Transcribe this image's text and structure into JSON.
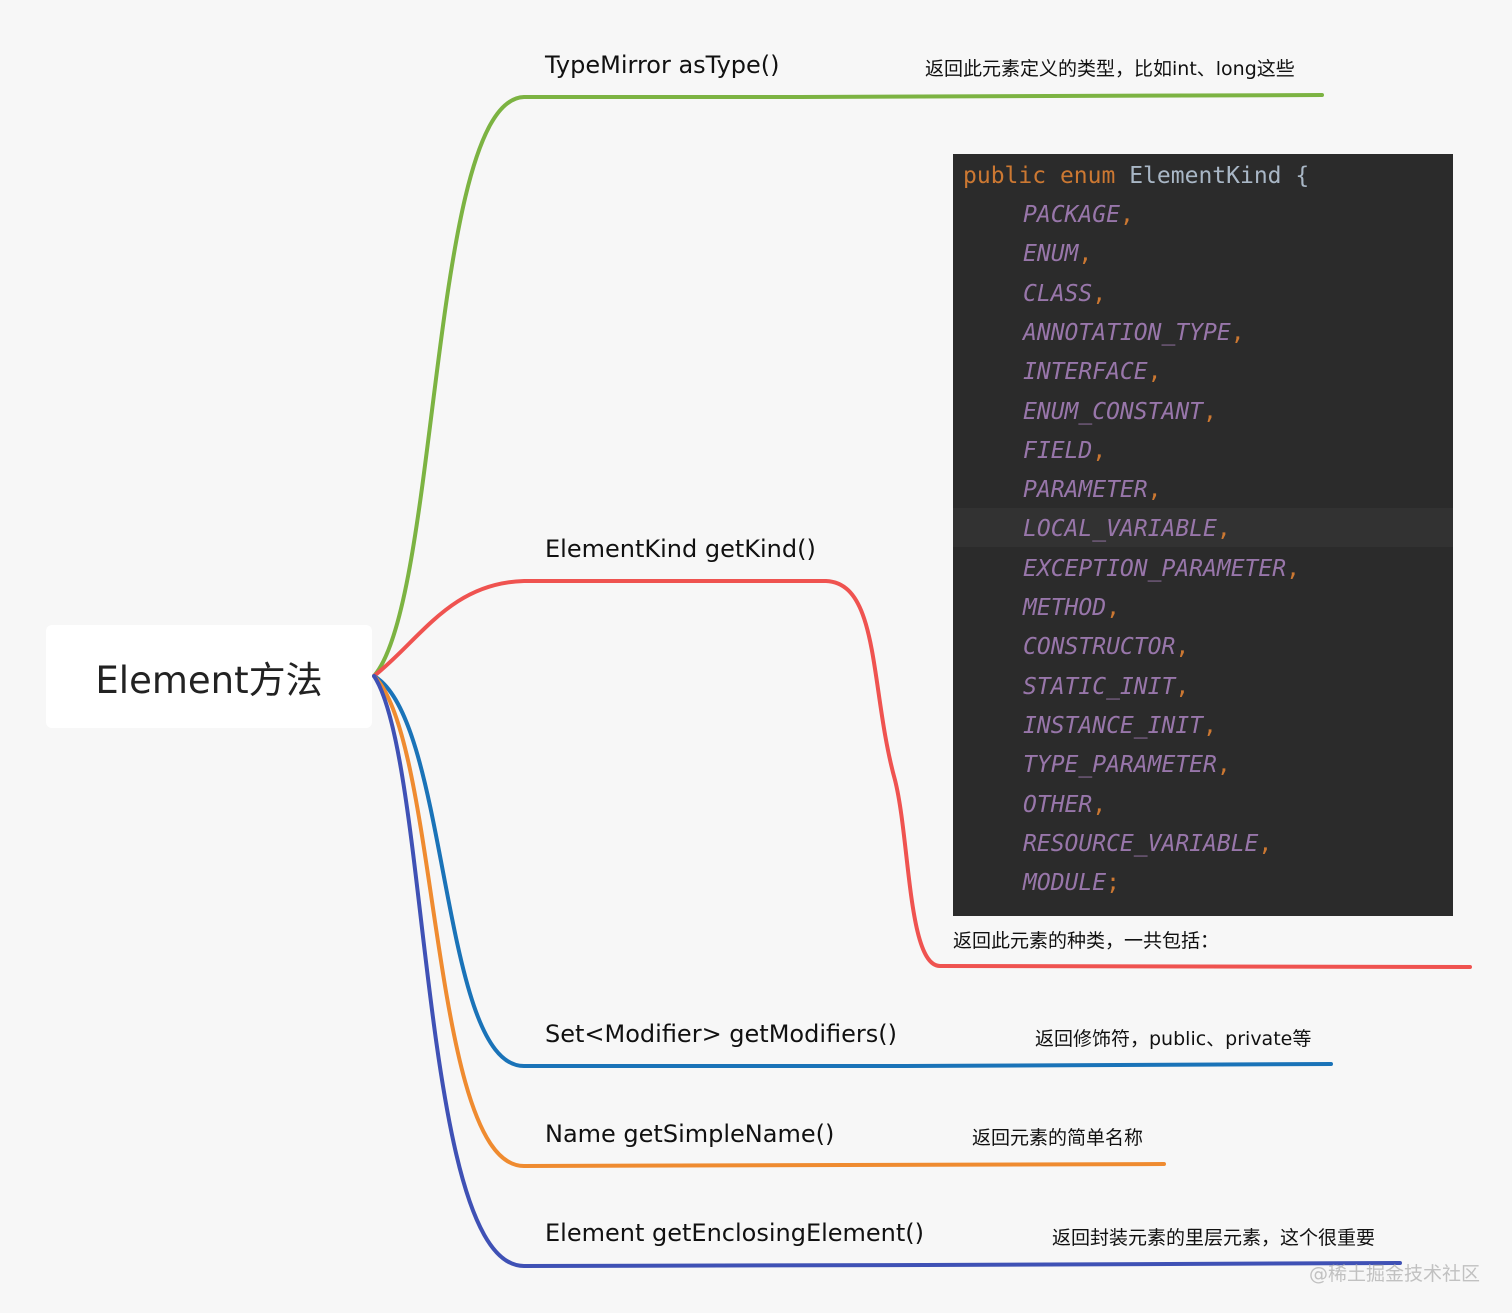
{
  "root": {
    "label": "Element方法"
  },
  "colors": {
    "green": "#7cb342",
    "red": "#ef5350",
    "blue": "#1a73b8",
    "orange": "#ef8b30",
    "indigo": "#3f51b5",
    "code_bg": "#2b2b2b",
    "code_keyword": "#cc7832",
    "code_constant": "#9876aa"
  },
  "branches": [
    {
      "id": "as-type",
      "color": "green",
      "label": "TypeMirror asType()",
      "note": "返回此元素定义的类型，比如int、long这些"
    },
    {
      "id": "get-kind",
      "color": "red",
      "label": "ElementKind getKind()",
      "note": "返回此元素的种类，一共包括："
    },
    {
      "id": "get-modifiers",
      "color": "blue",
      "label": "Set<Modifier> getModifiers()",
      "note": "返回修饰符，public、private等"
    },
    {
      "id": "get-simple-name",
      "color": "orange",
      "label": "Name getSimpleName()",
      "note": "返回元素的简单名称"
    },
    {
      "id": "get-enclosing-element",
      "color": "indigo",
      "label": "Element getEnclosingElement()",
      "note": "返回封装元素的里层元素，这个很重要"
    }
  ],
  "code": {
    "keyword_public": "public",
    "keyword_enum": "enum",
    "class_name": "ElementKind",
    "open_brace": "{",
    "highlighted_constant": "LOCAL_VARIABLE",
    "constants": [
      {
        "name": "PACKAGE",
        "punct": ","
      },
      {
        "name": "ENUM",
        "punct": ","
      },
      {
        "name": "CLASS",
        "punct": ","
      },
      {
        "name": "ANNOTATION_TYPE",
        "punct": ","
      },
      {
        "name": "INTERFACE",
        "punct": ","
      },
      {
        "name": "ENUM_CONSTANT",
        "punct": ","
      },
      {
        "name": "FIELD",
        "punct": ","
      },
      {
        "name": "PARAMETER",
        "punct": ","
      },
      {
        "name": "LOCAL_VARIABLE",
        "punct": ","
      },
      {
        "name": "EXCEPTION_PARAMETER",
        "punct": ","
      },
      {
        "name": "METHOD",
        "punct": ","
      },
      {
        "name": "CONSTRUCTOR",
        "punct": ","
      },
      {
        "name": "STATIC_INIT",
        "punct": ","
      },
      {
        "name": "INSTANCE_INIT",
        "punct": ","
      },
      {
        "name": "TYPE_PARAMETER",
        "punct": ","
      },
      {
        "name": "OTHER",
        "punct": ","
      },
      {
        "name": "RESOURCE_VARIABLE",
        "punct": ","
      },
      {
        "name": "MODULE",
        "punct": ";"
      }
    ]
  },
  "watermark": "@稀土掘金技术社区"
}
